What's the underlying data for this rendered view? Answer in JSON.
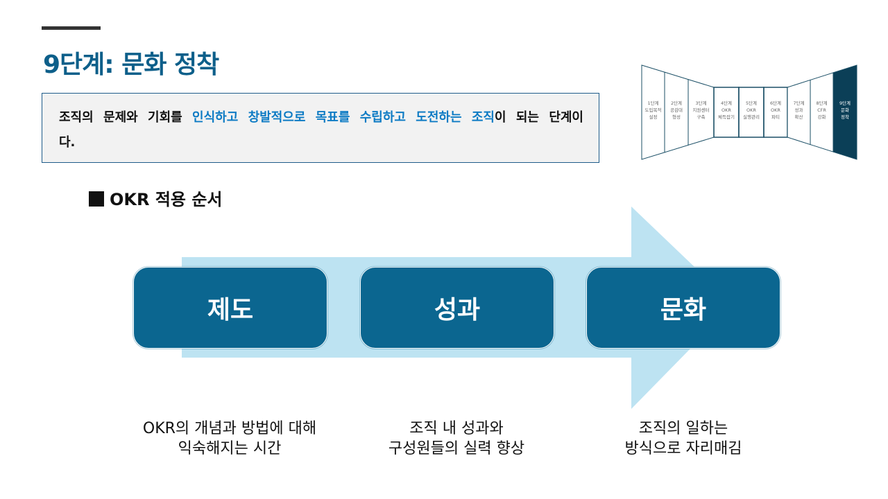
{
  "page": {
    "title": "9단계: 문화 정착"
  },
  "summary": {
    "part1": "조직의 문제와 기회를 ",
    "highlight": "인식하고 창발적으로 목표를 수립하고 도전하는 조직",
    "part2": "이 되는 단계이다."
  },
  "stages": {
    "items": [
      {
        "step": "1단계",
        "line1": "도입목적",
        "line2": "설정"
      },
      {
        "step": "2단계",
        "line1": "공감대",
        "line2": "형성"
      },
      {
        "step": "3단계",
        "line1": "지원센터",
        "line2": "구축"
      },
      {
        "step": "4단계",
        "line1": "OKR",
        "line2": "체득잡기"
      },
      {
        "step": "5단계",
        "line1": "OKR",
        "line2": "실행관리"
      },
      {
        "step": "6단계",
        "line1": "OKR",
        "line2": "파티"
      },
      {
        "step": "7단계",
        "line1": "성과",
        "line2": "확산"
      },
      {
        "step": "8단계",
        "line1": "CFR",
        "line2": "강화"
      },
      {
        "step": "9단계",
        "line1": "문화",
        "line2": "정착"
      }
    ],
    "active_index": 8,
    "colors": {
      "outline": "#1b4f66",
      "active_fill": "#0b3f57",
      "text": "#666666",
      "active_text": "#ffffff"
    }
  },
  "section": {
    "heading": "OKR 적용 순서"
  },
  "flow": {
    "arrow_color": "#bde3f2",
    "box_color": "#0b6690",
    "steps": [
      {
        "label": "제도",
        "desc_line1": "OKR의 개념과 방법에 대해",
        "desc_line2": "익숙해지는 시간"
      },
      {
        "label": "성과",
        "desc_line1": "조직 내 성과와",
        "desc_line2": "구성원들의 실력 향상"
      },
      {
        "label": "문화",
        "desc_line1": "조직의 일하는",
        "desc_line2": "방식으로 자리매김"
      }
    ]
  }
}
